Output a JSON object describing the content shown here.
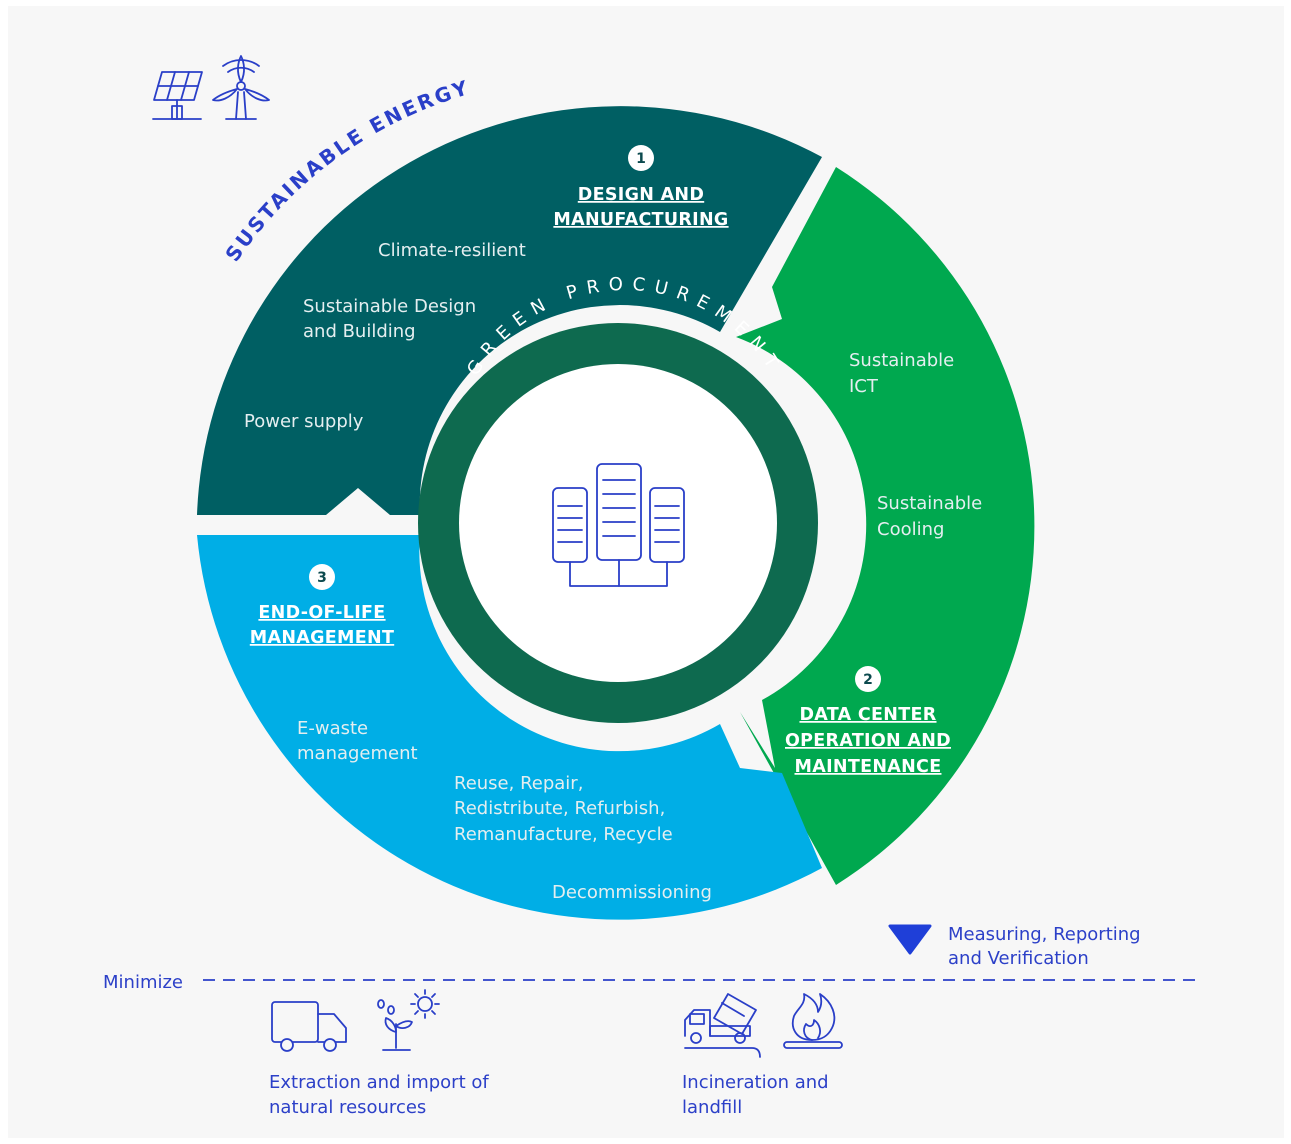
{
  "sustainable_energy": "SUSTAINABLE ENERGY",
  "green_procurement": "GREEN PROCUREMENT",
  "segments": {
    "design": {
      "number": "1",
      "title_line1": "DESIGN AND",
      "title_line2": "MANUFACTURING",
      "items": [
        "Climate-resilient",
        "Sustainable Design",
        "and Building",
        "Power supply"
      ],
      "color": "#005f63"
    },
    "operation": {
      "number": "2",
      "title_line1": "DATA CENTER",
      "title_line2": "OPERATION AND",
      "title_line3": "MAINTENANCE",
      "items": [
        "Sustainable",
        "ICT",
        "Sustainable",
        "Cooling"
      ],
      "color": "#00a84f"
    },
    "endoflife": {
      "number": "3",
      "title_line1": "END-OF-LIFE",
      "title_line2": "MANAGEMENT",
      "items": [
        "E-waste",
        "management",
        "Reuse, Repair,",
        "Redistribute, Refurbish,",
        "Remanufacture, Recycle",
        "Decommissioning"
      ],
      "color": "#00aee6"
    }
  },
  "legend": {
    "mrv_line1": "Measuring, Reporting",
    "mrv_line2": "and Verification",
    "minimize": "Minimize",
    "extraction_line1": "Extraction and import of",
    "extraction_line2": "natural resources",
    "incineration_line1": "Incineration and",
    "incineration_line2": "landfill"
  },
  "colors": {
    "accent_blue": "#2a3fc8",
    "ring": "#0e6a4f",
    "background": "#f7f7f7"
  },
  "icons": [
    "solar-panel-icon",
    "wind-turbine-icon",
    "server-rack-icon",
    "truck-icon",
    "plant-sun-icon",
    "dump-truck-icon",
    "fire-icon",
    "triangle-marker-icon"
  ]
}
